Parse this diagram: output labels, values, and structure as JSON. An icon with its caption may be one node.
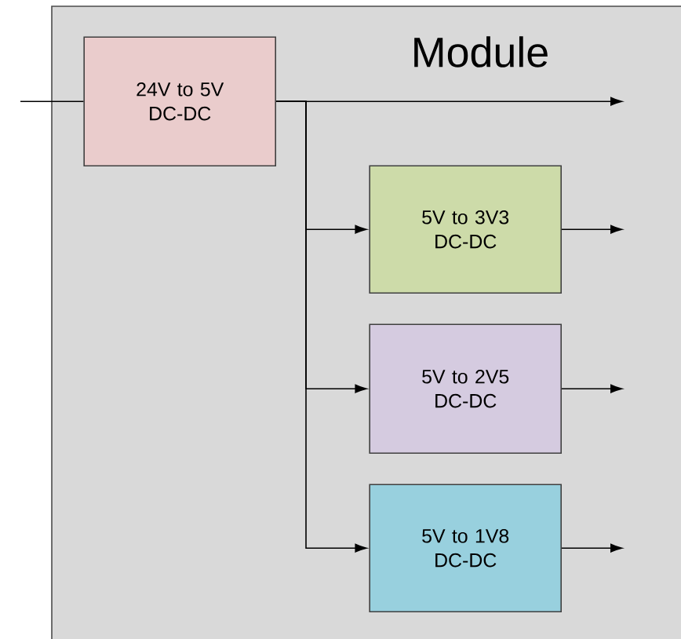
{
  "diagram": {
    "nodes": [
      {
        "text": [
          "Module"
        ]
      },
      {
        "text": [
          "24V to 5V DC-DC"
        ],
        "in": 0
      },
      {
        "text": [
          "5V to 3V3 DC-DC"
        ],
        "in": 0
      },
      {
        "text": [
          "5V to 2V5 DC-DC"
        ],
        "in": 0
      },
      {
        "text": [
          "5V to 1V8 DC-DC"
        ],
        "in": 0
      }
    ],
    "edges": [
      {
        "from": null,
        "to": 1,
        "arrow": "none"
      },
      {
        "from": 1,
        "to": null,
        "arrow": "to"
      },
      {
        "from": 1,
        "to": 2,
        "arrow": "to"
      },
      {
        "from": 1,
        "to": 3,
        "arrow": "to"
      },
      {
        "from": 1,
        "to": 4,
        "arrow": "to"
      },
      {
        "from": 2,
        "to": null,
        "arrow": "to"
      },
      {
        "from": 3,
        "to": null,
        "arrow": "to"
      },
      {
        "from": 4,
        "to": null,
        "arrow": "to"
      }
    ]
  }
}
